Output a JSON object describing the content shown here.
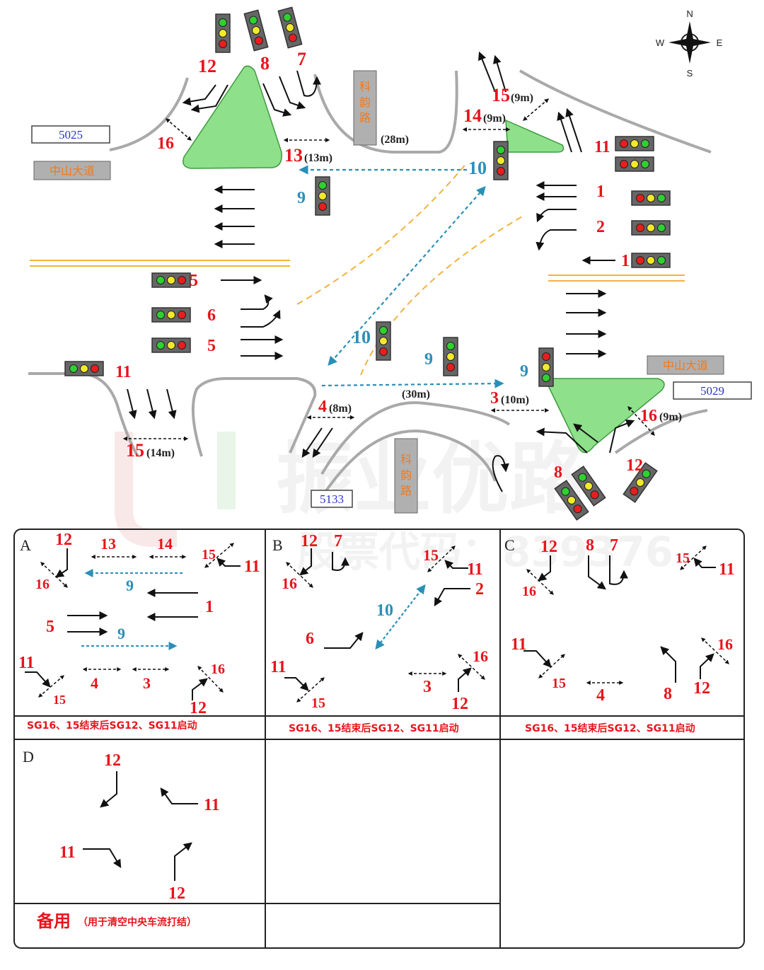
{
  "compass": {
    "n": "N",
    "s": "S",
    "e": "E",
    "w": "W"
  },
  "streets": {
    "zhongshan_west": "中山大道",
    "zhongshan_east": "中山大道",
    "keyun_north": "科韵路",
    "keyun_south": "科韵路"
  },
  "ids": {
    "west": "5025",
    "east": "5029",
    "south": "5133"
  },
  "distances": {
    "d13": "(13m)",
    "d28": "(28m)",
    "d15n": "(9m)",
    "d14": "(9m)",
    "d4": "(8m)",
    "d30": "(30m)",
    "d3": "(10m)",
    "d16e": "(9m)",
    "d15s": "(14m)"
  },
  "signal_groups": {
    "n12": "12",
    "n8": "8",
    "n7": "7",
    "n16": "16",
    "n13": "13",
    "n9": "9",
    "n15": "15",
    "n14": "14",
    "n10": "10",
    "n11": "11",
    "e1a": "1",
    "e2": "2",
    "e1b": "1",
    "w5a": "5",
    "w6": "6",
    "w5b": "5",
    "c10": "10",
    "c9": "9",
    "se9": "9",
    "sw11": "11",
    "sw15": "15",
    "s4": "4",
    "s3": "3",
    "se16": "16",
    "se8": "8",
    "se12": "12"
  },
  "phases": {
    "A": {
      "letter": "A",
      "note": "SG16、15结束后SG12、SG11启动",
      "labels": [
        "12",
        "13",
        "14",
        "15",
        "11",
        "16",
        "9",
        "1",
        "5",
        "9",
        "11",
        "15",
        "4",
        "3",
        "16",
        "12"
      ]
    },
    "B": {
      "letter": "B",
      "note": "SG16、15结束后SG12、SG11启动",
      "labels": [
        "12",
        "7",
        "15",
        "11",
        "16",
        "2",
        "10",
        "6",
        "11",
        "15",
        "3",
        "16",
        "12"
      ]
    },
    "C": {
      "letter": "C",
      "note": "SG16、15结束后SG12、SG11启动",
      "labels": [
        "12",
        "8",
        "7",
        "15",
        "11",
        "16",
        "11",
        "15",
        "4",
        "8",
        "16",
        "12"
      ]
    },
    "D": {
      "letter": "D",
      "note_main": "备用",
      "note_sub": "（用于清空中央车流打结）",
      "labels": [
        "12",
        "11",
        "11",
        "12"
      ]
    }
  },
  "watermark": {
    "text": "振业优路",
    "code": "股票代码：839376"
  },
  "colors": {
    "red": "#e8141b",
    "blue": "#2a8fb8",
    "island": "#8fe08a",
    "road": "#aaaaaa",
    "yellow": "#f2b33d"
  }
}
